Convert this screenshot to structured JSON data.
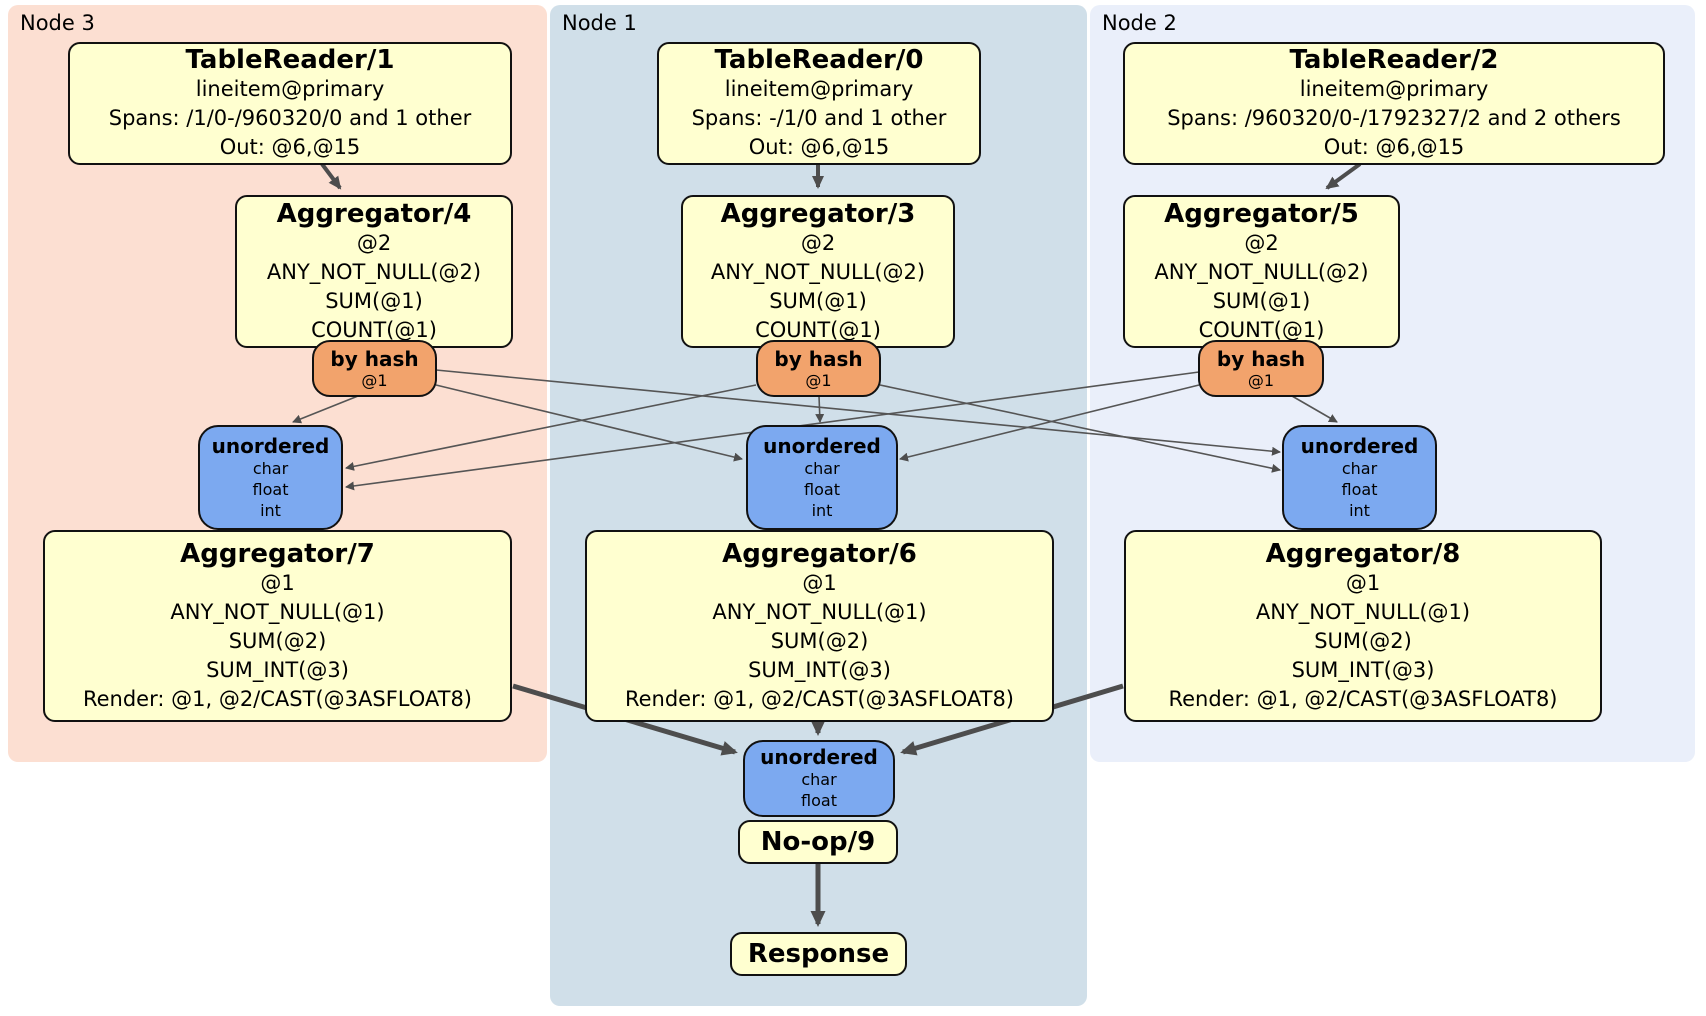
{
  "colors": {
    "panel_node3": "#fcdfd2",
    "panel_node1": "#d0dfe9",
    "panel_node2": "#eaeffa",
    "processor_box": "#ffffd0",
    "router_box": "#f2a36c",
    "sync_box": "#7ca9f0",
    "edge": "#4d4d4d"
  },
  "nodes": [
    {
      "label": "Node 3",
      "table_reader": {
        "title": "TableReader/1",
        "index": "lineitem@primary",
        "spans": "Spans: /1/0-/960320/0 and 1 other",
        "out": "Out: @6,@15"
      },
      "aggregator_top": {
        "title": "Aggregator/4",
        "group_col": "@2",
        "fns": [
          "ANY_NOT_NULL(@2)",
          "SUM(@1)",
          "COUNT(@1)"
        ]
      },
      "router": {
        "title": "by hash",
        "key": "@1"
      },
      "sync": {
        "title": "unordered",
        "columns": [
          "char",
          "float",
          "int"
        ]
      },
      "aggregator_bottom": {
        "title": "Aggregator/7",
        "group_col": "@1",
        "fns": [
          "ANY_NOT_NULL(@1)",
          "SUM(@2)",
          "SUM_INT(@3)"
        ],
        "render": "Render: @1, @2/CAST(@3ASFLOAT8)"
      }
    },
    {
      "label": "Node 1",
      "table_reader": {
        "title": "TableReader/0",
        "index": "lineitem@primary",
        "spans": "Spans: -/1/0 and 1 other",
        "out": "Out: @6,@15"
      },
      "aggregator_top": {
        "title": "Aggregator/3",
        "group_col": "@2",
        "fns": [
          "ANY_NOT_NULL(@2)",
          "SUM(@1)",
          "COUNT(@1)"
        ]
      },
      "router": {
        "title": "by hash",
        "key": "@1"
      },
      "sync": {
        "title": "unordered",
        "columns": [
          "char",
          "float",
          "int"
        ]
      },
      "aggregator_bottom": {
        "title": "Aggregator/6",
        "group_col": "@1",
        "fns": [
          "ANY_NOT_NULL(@1)",
          "SUM(@2)",
          "SUM_INT(@3)"
        ],
        "render": "Render: @1, @2/CAST(@3ASFLOAT8)"
      }
    },
    {
      "label": "Node 2",
      "table_reader": {
        "title": "TableReader/2",
        "index": "lineitem@primary",
        "spans": "Spans: /960320/0-/1792327/2 and 2 others",
        "out": "Out: @6,@15"
      },
      "aggregator_top": {
        "title": "Aggregator/5",
        "group_col": "@2",
        "fns": [
          "ANY_NOT_NULL(@2)",
          "SUM(@1)",
          "COUNT(@1)"
        ]
      },
      "router": {
        "title": "by hash",
        "key": "@1"
      },
      "sync": {
        "title": "unordered",
        "columns": [
          "char",
          "float",
          "int"
        ]
      },
      "aggregator_bottom": {
        "title": "Aggregator/8",
        "group_col": "@1",
        "fns": [
          "ANY_NOT_NULL(@1)",
          "SUM(@2)",
          "SUM_INT(@3)"
        ],
        "render": "Render: @1, @2/CAST(@3ASFLOAT8)"
      }
    }
  ],
  "final_stage": {
    "sync": {
      "title": "unordered",
      "columns": [
        "char",
        "float"
      ]
    },
    "noop_label": "No-op/9",
    "response_label": "Response"
  }
}
